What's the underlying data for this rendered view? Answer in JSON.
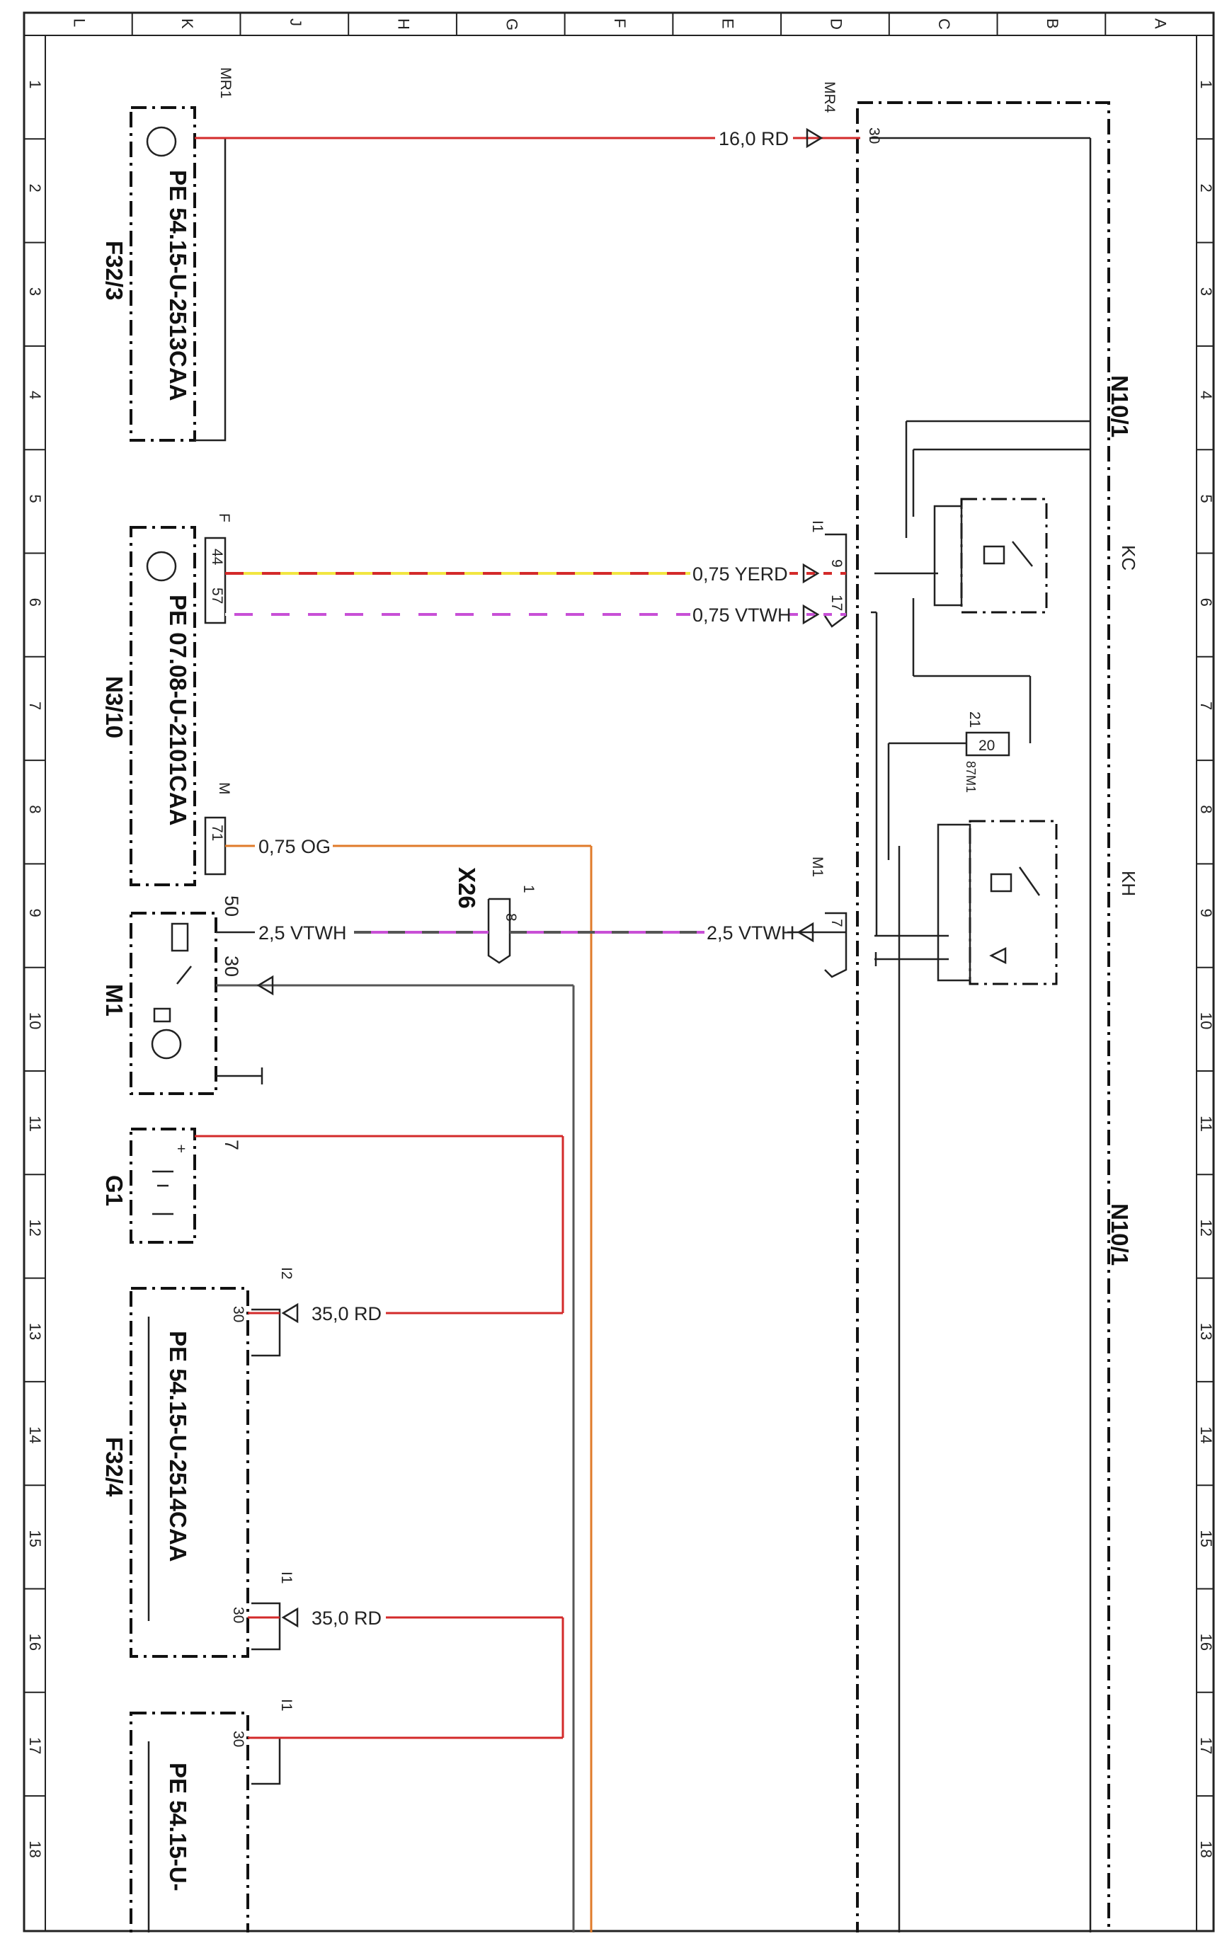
{
  "column_letters": [
    "L",
    "K",
    "J",
    "H",
    "G",
    "F",
    "E",
    "D",
    "C",
    "B",
    "A"
  ],
  "row_numbers": [
    "1",
    "2",
    "3",
    "4",
    "5",
    "6",
    "7",
    "8",
    "9",
    "10",
    "11",
    "12",
    "13",
    "14",
    "15",
    "16",
    "17",
    "18"
  ],
  "components": {
    "f32_3": {
      "ref": "F32/3",
      "part": "PE 54.15-U-2513CAA",
      "connector": "MR1"
    },
    "n3_10": {
      "ref": "N3/10",
      "part": "PE 07.08-U-2101CAA",
      "connector_f": "F",
      "connector_m": "M",
      "pin_44": "44",
      "pin_57": "57",
      "pin_71": "71"
    },
    "m1": {
      "ref": "M1",
      "pin_50": "50",
      "pin_30": "30"
    },
    "g1": {
      "ref": "G1",
      "pin_7": "7",
      "plus": "+"
    },
    "f32_4": {
      "ref": "F32/4",
      "part": "PE 54.15-U-2514CAA",
      "conn_i2": "I2",
      "conn_i1": "I1",
      "pin_30a": "30",
      "pin_30b": "30"
    },
    "f32_bottom": {
      "part": "PE 54.15-U-",
      "conn_i1": "I1",
      "pin_30": "30"
    },
    "x26": {
      "ref": "X26",
      "pin_1": "1",
      "pin_8": "8"
    },
    "n10_1": {
      "ref_top": "N10/1",
      "ref_bottom": "N10/1",
      "conn_mr4": "MR4",
      "pin_30": "30",
      "conn_i1": "I1",
      "pin_9": "9",
      "pin_17": "17",
      "conn_m1": "M1",
      "pin_7": "7"
    },
    "kc": {
      "ref": "KC"
    },
    "kh": {
      "ref": "KH"
    },
    "fuse": {
      "ref": "87M1",
      "value": "20",
      "pin": "21"
    }
  },
  "wires": {
    "w_16_rd": "16,0 RD",
    "w_075_yerd": "0,75 YERD",
    "w_075_vtwh": "0,75 VTWH",
    "w_075_og": "0,75 OG",
    "w_25_vtwh_left": "2,5 VTWH",
    "w_25_vtwh_right": "2,5 VTWH",
    "w_35_rd_a": "35,0 RD",
    "w_35_rd_b": "35,0 RD"
  },
  "colors": {
    "red": "#d32a2a",
    "orange": "#e07b2a",
    "yellow": "#f2e640",
    "violet": "#c84fd6",
    "gray": "#555555",
    "black": "#111111"
  }
}
